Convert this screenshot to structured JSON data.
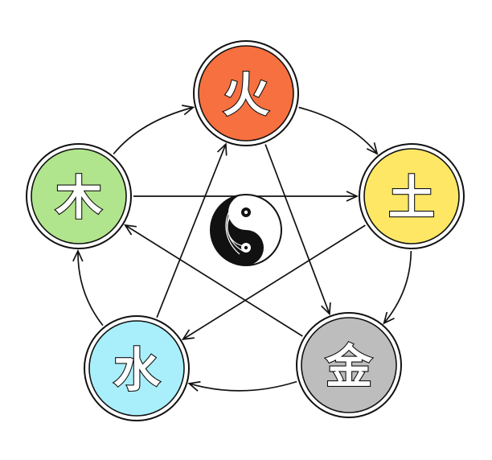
{
  "elements": [
    {
      "id": "fire",
      "glyph": "火",
      "color": "#f7703f"
    },
    {
      "id": "earth",
      "glyph": "土",
      "color": "#fde765"
    },
    {
      "id": "metal",
      "glyph": "金",
      "color": "#bdbdbd"
    },
    {
      "id": "water",
      "glyph": "水",
      "color": "#a9effb"
    },
    {
      "id": "wood",
      "glyph": "木",
      "color": "#b1e58d"
    }
  ],
  "generating_cycle": [
    [
      "wood",
      "fire"
    ],
    [
      "fire",
      "earth"
    ],
    [
      "earth",
      "metal"
    ],
    [
      "metal",
      "water"
    ],
    [
      "water",
      "wood"
    ]
  ],
  "controlling_cycle": [
    [
      "wood",
      "earth"
    ],
    [
      "earth",
      "water"
    ],
    [
      "water",
      "fire"
    ],
    [
      "fire",
      "metal"
    ],
    [
      "metal",
      "wood"
    ]
  ],
  "center_symbol": "yin-yang-icon"
}
